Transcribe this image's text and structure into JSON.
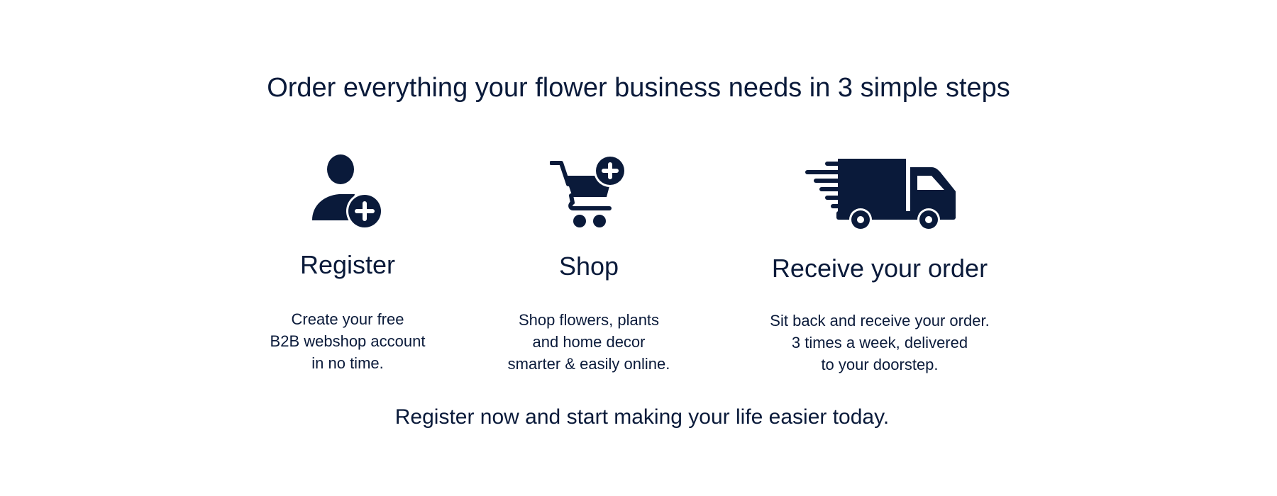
{
  "headline": "Order everything your flower business needs in 3 simple steps",
  "colors": {
    "text": "#0a1a3a",
    "icon": "#0a1a3a",
    "background": "#ffffff"
  },
  "steps": [
    {
      "icon": "user-add-icon",
      "title": "Register",
      "desc": [
        "Create your free",
        "B2B webshop account",
        "in no time."
      ]
    },
    {
      "icon": "cart-add-icon",
      "title": "Shop",
      "desc": [
        "Shop flowers, plants",
        "and home decor",
        "smarter & easily online."
      ]
    },
    {
      "icon": "delivery-truck-icon",
      "title": "Receive your order",
      "desc": [
        "Sit back and receive your order.",
        "3 times a week, delivered",
        "to your doorstep."
      ]
    }
  ],
  "cta": "Register now and start making your life easier today."
}
